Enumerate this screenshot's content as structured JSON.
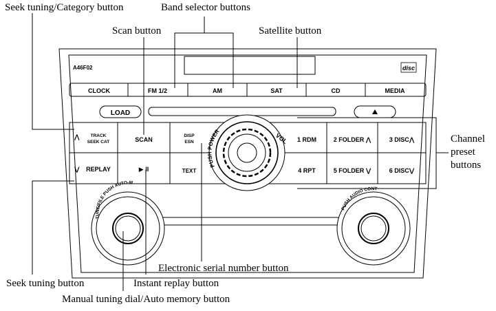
{
  "callouts": {
    "seek_category": "Seek tuning/Category button",
    "band_selector": "Band selector buttons",
    "scan": "Scan button",
    "satellite": "Satellite button",
    "channel_preset_1": "Channel",
    "channel_preset_2": "preset",
    "channel_preset_3": "buttons",
    "esn": "Electronic serial number button",
    "seek_tuning": "Seek tuning button",
    "instant_replay": "Instant replay button",
    "manual_tuning": "Manual tuning dial/Auto memory button"
  },
  "panel": {
    "model": "A46F02",
    "disc_logo": "disc",
    "band_buttons": [
      "CLOCK",
      "FM 1/2",
      "AM",
      "SAT",
      "CD",
      "MEDIA"
    ],
    "load": "LOAD",
    "eject_icon": "eject-icon",
    "track_up_arrow": "⋀",
    "track_1": "TRACK",
    "track_2": "SEEK CAT",
    "scan": "SCAN",
    "disp_1": "DISP",
    "disp_2": "ESN",
    "push_power": "PUSH POWER",
    "vol": "VOL",
    "preset_1": "1 RDM",
    "preset_2": "2 FOLDER ⋀",
    "preset_3": "3 DISC⋀",
    "replay_down_arrow": "⋁",
    "replay": "REPLAY",
    "play_pause": "▶ II",
    "text": "TEXT",
    "preset_4": "4 RPT",
    "preset_5": "5 FOLDER ⋁",
    "preset_6": "6 DISC⋁",
    "tune_dial_label": "TUNE/FILE PUSH AUTO-M",
    "audio_dial_label": "PUSH AUDIO CONT"
  }
}
